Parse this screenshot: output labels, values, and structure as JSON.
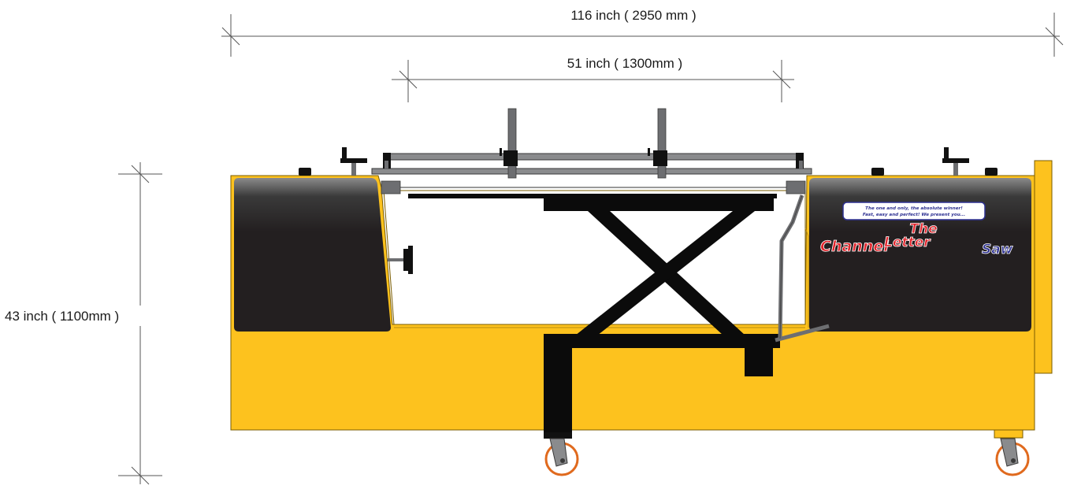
{
  "dimensions": {
    "overall_width": "116 inch ( 2950 mm )",
    "table_width": "51 inch ( 1300mm )",
    "height": "43 inch ( 1100mm )"
  },
  "logo": {
    "tagline_line1": "The one and only, the absolute winner!",
    "tagline_line2": "Fast, easy and perfect! We present you...",
    "word_the": "The",
    "word_channel": "Channel",
    "word_letter": "Letter",
    "word_saw": "Saw"
  },
  "colors": {
    "body": "#FDC21E",
    "body_outline": "#7a5c00",
    "panel": "#231f20",
    "frame": "#0b0b0b",
    "rail": "#6d6e71",
    "wheel": "#e06a1e",
    "logo_red": "#e3242b",
    "logo_blue": "#2e3192"
  }
}
